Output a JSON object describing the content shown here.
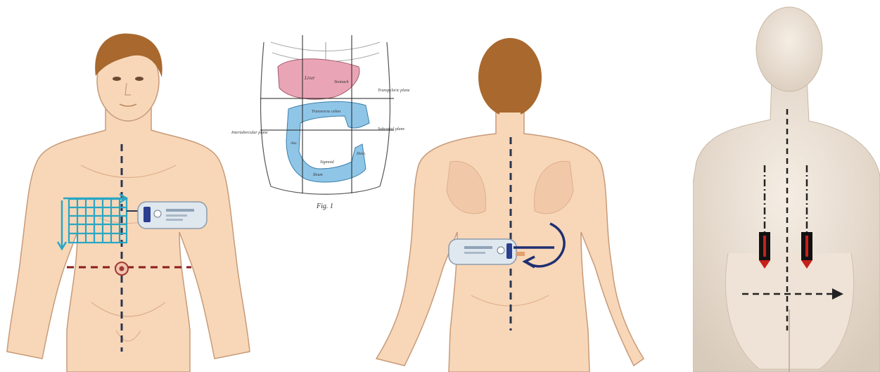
{
  "colors": {
    "skin": "#f7d7b8",
    "skin_outline": "#c89a78",
    "hair": "#a8682e",
    "probe_grid": "#2aa6c4",
    "dashed_midline": "#2b3452",
    "dashed_transverse": "#8b1d1d",
    "navel_marker": "#a33a2e",
    "device_body": "#dfe7ef",
    "back_arrow": "#1f2f73",
    "liver": "#e9a5b6",
    "colon": "#8fc6e8",
    "model_skin": "#efe6dc",
    "red_arrow": "#c7201a",
    "black_block": "#111111"
  },
  "anatomy_sketch": {
    "labels": {
      "liver": "Liver",
      "transpyloric": "Transpyloric plane",
      "stomach": "Stomach",
      "colon_transverse": "Transverse colon",
      "subcostal": "Subcostal plane",
      "intertubercular": "Intertubercular plane",
      "ascending": "Asc.",
      "descending": "Desc.",
      "sigmoid": "Sigmoid",
      "small": "Ileum",
      "figure": "Fig. 1"
    }
  },
  "icons": {
    "probe": "ultrasound-probe-icon",
    "device": "wearable-device-icon",
    "arrow": "direction-arrow-icon"
  }
}
